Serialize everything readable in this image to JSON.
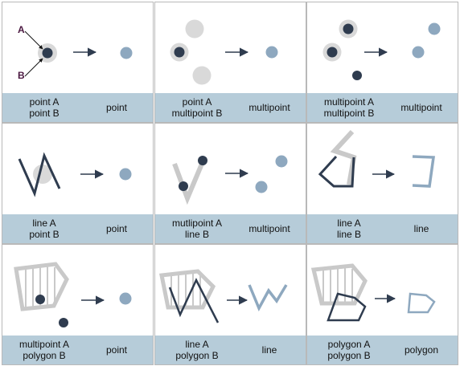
{
  "colors": {
    "dark": "#2f3c4f",
    "result": "#8ea8bf",
    "gray": "#c9c9c9",
    "halo": "#d9d9d9",
    "label_bar": "#b6ccd9",
    "border": "#b9b9b9",
    "callout_text": "#4a1740"
  },
  "callouts": {
    "a": "A",
    "b": "B"
  },
  "cells": [
    {
      "input_a": "point A",
      "input_b": "point B",
      "output": "point"
    },
    {
      "input_a": "point A",
      "input_b": "multipoint B",
      "output": "multipoint"
    },
    {
      "input_a": "multipoint A",
      "input_b": "multipoint B",
      "output": "multipoint"
    },
    {
      "input_a": "line A",
      "input_b": "point B",
      "output": "point"
    },
    {
      "input_a": "mutlipoint A",
      "input_b": "line B",
      "output": "multipoint"
    },
    {
      "input_a": "line A",
      "input_b": "line B",
      "output": "line"
    },
    {
      "input_a": "multipoint A",
      "input_b": "polygon B",
      "output": "point"
    },
    {
      "input_a": "line A",
      "input_b": "polygon B",
      "output": "line"
    },
    {
      "input_a": "polygon A",
      "input_b": "polygon B",
      "output": "polygon"
    }
  ]
}
